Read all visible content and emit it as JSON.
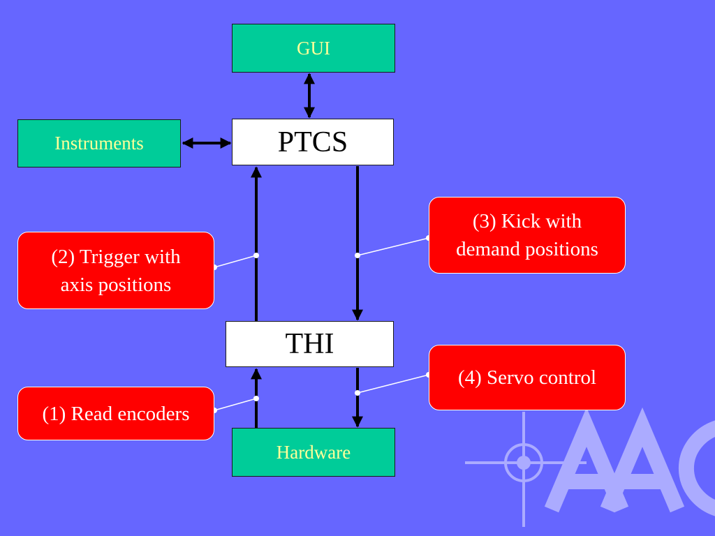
{
  "nodes": {
    "gui": "GUI",
    "ptcs": "PTCS",
    "instruments": "Instruments",
    "thi": "THI",
    "hardware": "Hardware"
  },
  "callouts": {
    "read_encoders": "(1) Read encoders",
    "trigger_line1": "(2) Trigger with",
    "trigger_line2": "axis positions",
    "kick_line1": "(3) Kick with",
    "kick_line2": "demand positions",
    "servo_control": "(4) Servo control"
  },
  "colors": {
    "background": "#6666ff",
    "node_fill": "#00cc99",
    "node_text": "#ffff99",
    "callout_fill": "#ff0000",
    "callout_text": "#ffffff",
    "arrow": "#000000"
  },
  "logo": {
    "text": "AAO"
  }
}
